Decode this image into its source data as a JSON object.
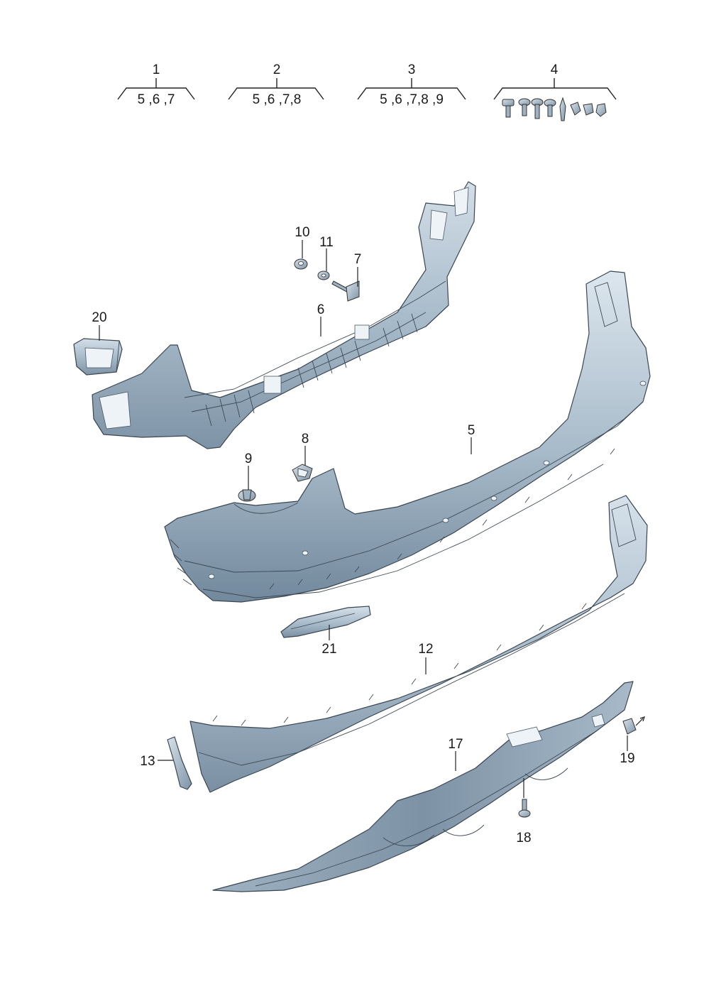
{
  "groups": [
    {
      "number": "1",
      "contents": "5 ,6 ,7"
    },
    {
      "number": "2",
      "contents": "5 ,6 ,7,8"
    },
    {
      "number": "3",
      "contents": "5 ,6 ,7,8 ,9"
    },
    {
      "number": "4",
      "contents": ""
    }
  ],
  "callouts": {
    "c5": "5",
    "c6": "6",
    "c7": "7",
    "c8": "8",
    "c9": "9",
    "c10": "10",
    "c11": "11",
    "c12": "12",
    "c13": "13",
    "c17": "17",
    "c18": "18",
    "c19": "19",
    "c20": "20",
    "c21": "21"
  },
  "colors": {
    "part_light": "#c9d6e0",
    "part_mid": "#9fb2c2",
    "part_dark": "#6f8598",
    "line": "#222222"
  }
}
